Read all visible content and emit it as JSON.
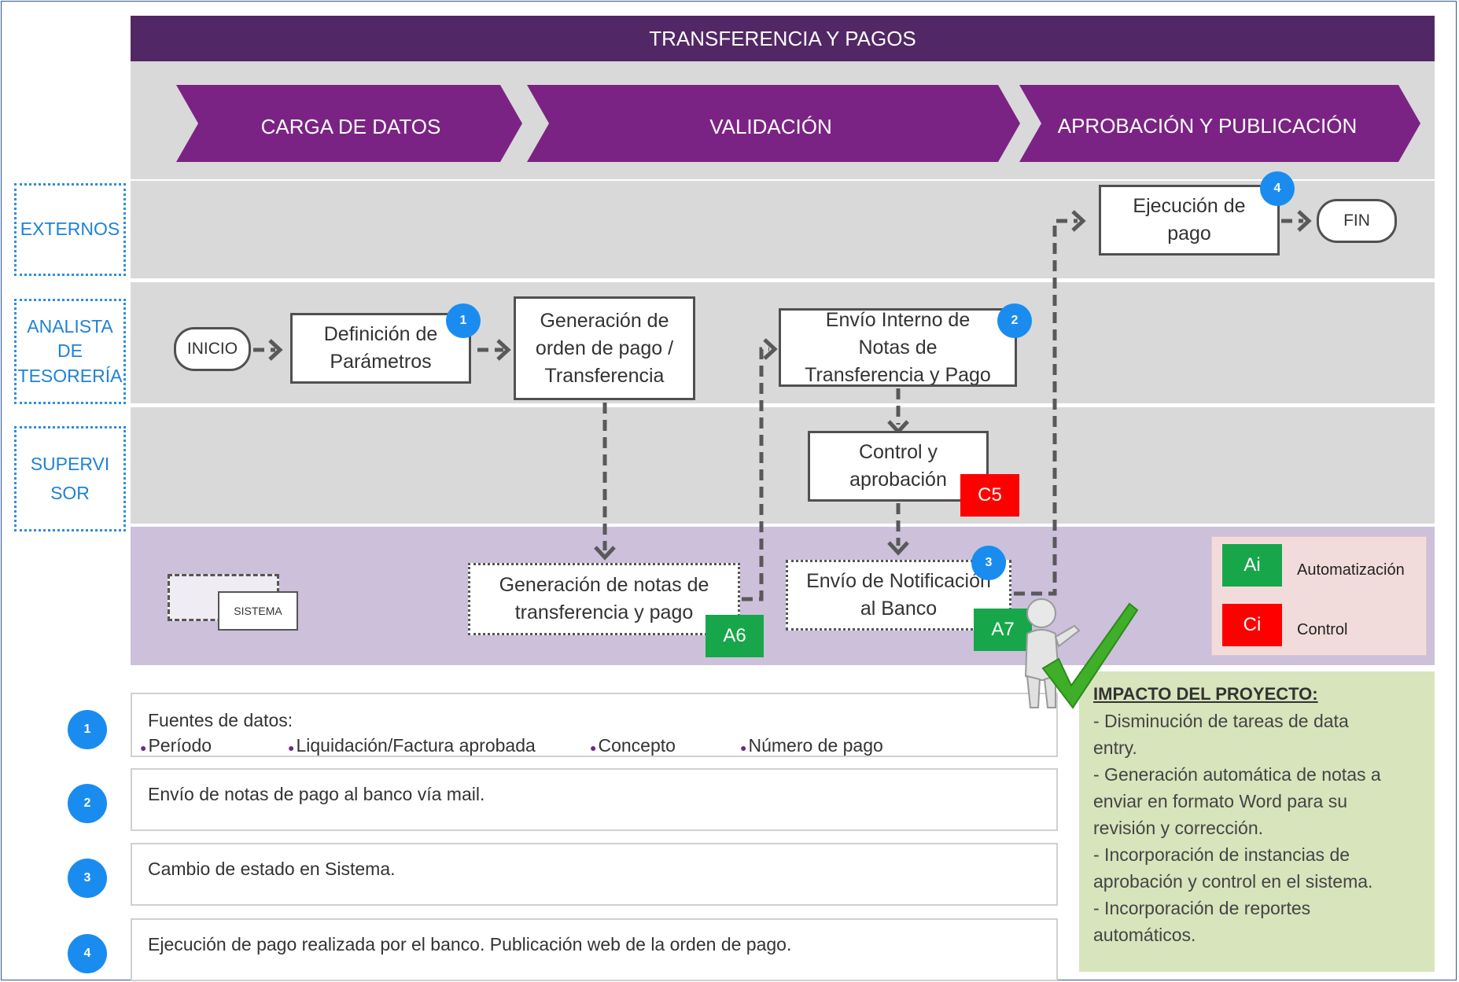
{
  "header": {
    "title": "TRANSFERENCIA Y PAGOS"
  },
  "phases": [
    "CARGA DE DATOS",
    "VALIDACIÓN",
    "APROBACIÓN Y PUBLICACIÓN"
  ],
  "lanes": {
    "externos": "EXTERNOS",
    "analista": [
      "ANALISTA",
      "DE",
      "TESORERÍA"
    ],
    "supervisor": [
      "SUPERVI",
      "SOR"
    ]
  },
  "nodes": {
    "inicio": "INICIO",
    "definicion": [
      "Definición de",
      "Parámetros"
    ],
    "generacion_orden": [
      "Generación de",
      "orden de pago /",
      "Transferencia"
    ],
    "envio_interno": [
      "Envío Interno  de",
      "Notas de",
      "Transferencia y Pago"
    ],
    "control": [
      "Control y",
      "aprobación"
    ],
    "generacion_notas": [
      "Generación de notas de",
      "transferencia y pago"
    ],
    "envio_notificacion": [
      "Envío de Notificación",
      "al Banco"
    ],
    "ejecucion": [
      "Ejecución de",
      "pago"
    ],
    "fin": "FIN",
    "sistema": "SISTEMA"
  },
  "tags": {
    "a6": "A6",
    "a7": "A7",
    "c5": "C5"
  },
  "badges": {
    "b1": "1",
    "b2": "2",
    "b3": "3",
    "b4": "4"
  },
  "legend": {
    "auto_tag": "Ai",
    "auto_label": "Automatización",
    "control_tag": "Ci",
    "control_label": "Control",
    "auto_color": "#17a74a",
    "control_color": "#ff0000"
  },
  "notes": {
    "n1_title": "Fuentes de datos:",
    "n1_items": [
      "Período",
      "Liquidación/Factura aprobada",
      "Concepto",
      "Número de pago"
    ],
    "n2": "Envío de notas de pago al banco vía mail.",
    "n3": "Cambio de estado en Sistema.",
    "n4": "Ejecución de pago realizada por el banco. Publicación web de la orden de pago."
  },
  "impact": {
    "title": "IMPACTO DEL PROYECTO:",
    "lines": [
      "- Disminución de tareas de data",
      "entry.",
      "- Generación automática de notas a",
      "enviar en formato Word para su",
      "revisión y corrección.",
      "- Incorporación de instancias de",
      "aprobación y control en el sistema.",
      "- Incorporación de reportes",
      "automáticos."
    ]
  },
  "colors": {
    "header": "#522766",
    "phase": "#7b2384",
    "lane_bg": "#d9d9d9",
    "system_bg": "#ccc0da",
    "impact_bg": "#d8e4bc",
    "badge": "#1a8cf0",
    "lane_label": "#1f82d6"
  }
}
